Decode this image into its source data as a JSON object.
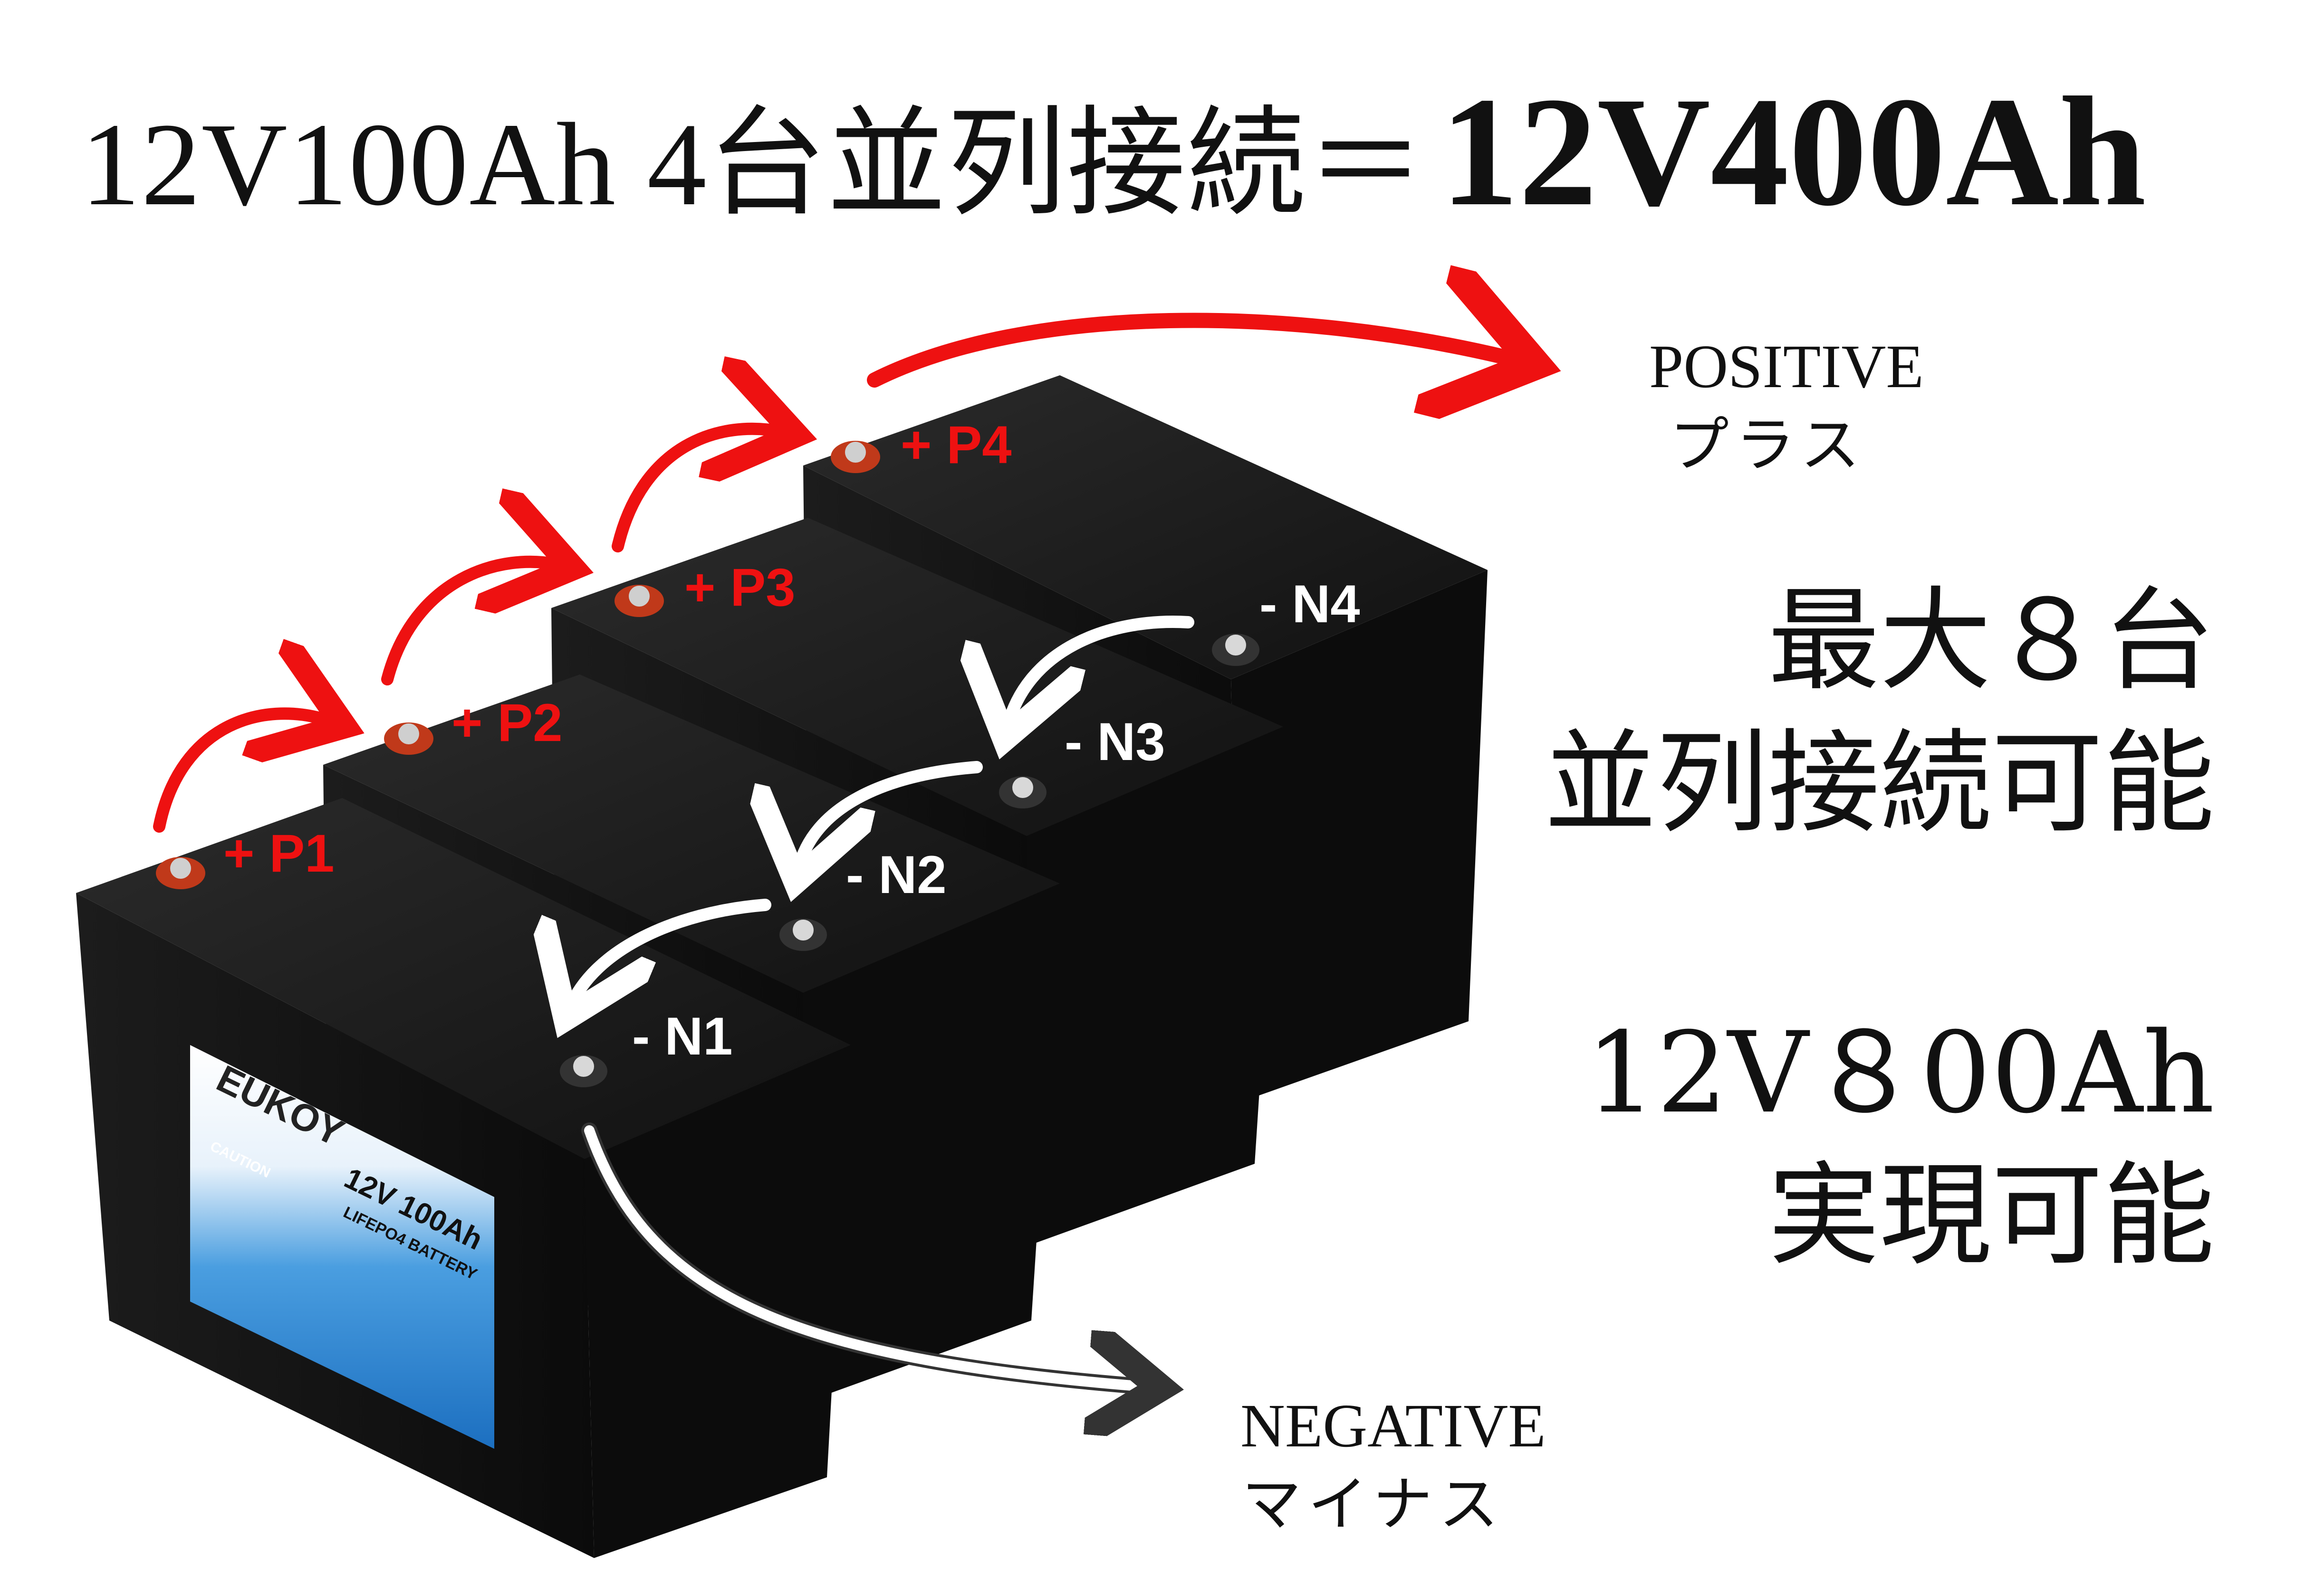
{
  "title": {
    "left": "12V100Ah 4台並列接続＝",
    "right": "12V400Ah"
  },
  "positive": {
    "en": "POSITIVE",
    "ja": "プラス"
  },
  "negative": {
    "en": "NEGATIVE",
    "ja": "マイナス"
  },
  "max_units": {
    "line1": "最大８台",
    "line2": "並列接続可能"
  },
  "capacity": {
    "line1": "12V８00Ah",
    "line2": "実現可能"
  },
  "terminals": {
    "p1": "+ P1",
    "p2": "+ P2",
    "p3": "+ P3",
    "p4": "+ P4",
    "n1": "- N1",
    "n2": "- N2",
    "n3": "- N3",
    "n4": "- N4"
  },
  "battery_label": {
    "brand": "EUKOY",
    "model": "12V 100Ah",
    "chem": "LIFEPO4 BATTERY",
    "caution": "CAUTION"
  },
  "colors": {
    "positive": "#ee1111",
    "negative": "#ffffff",
    "battery": "#151515",
    "label_blue": "#1f7fd0"
  }
}
